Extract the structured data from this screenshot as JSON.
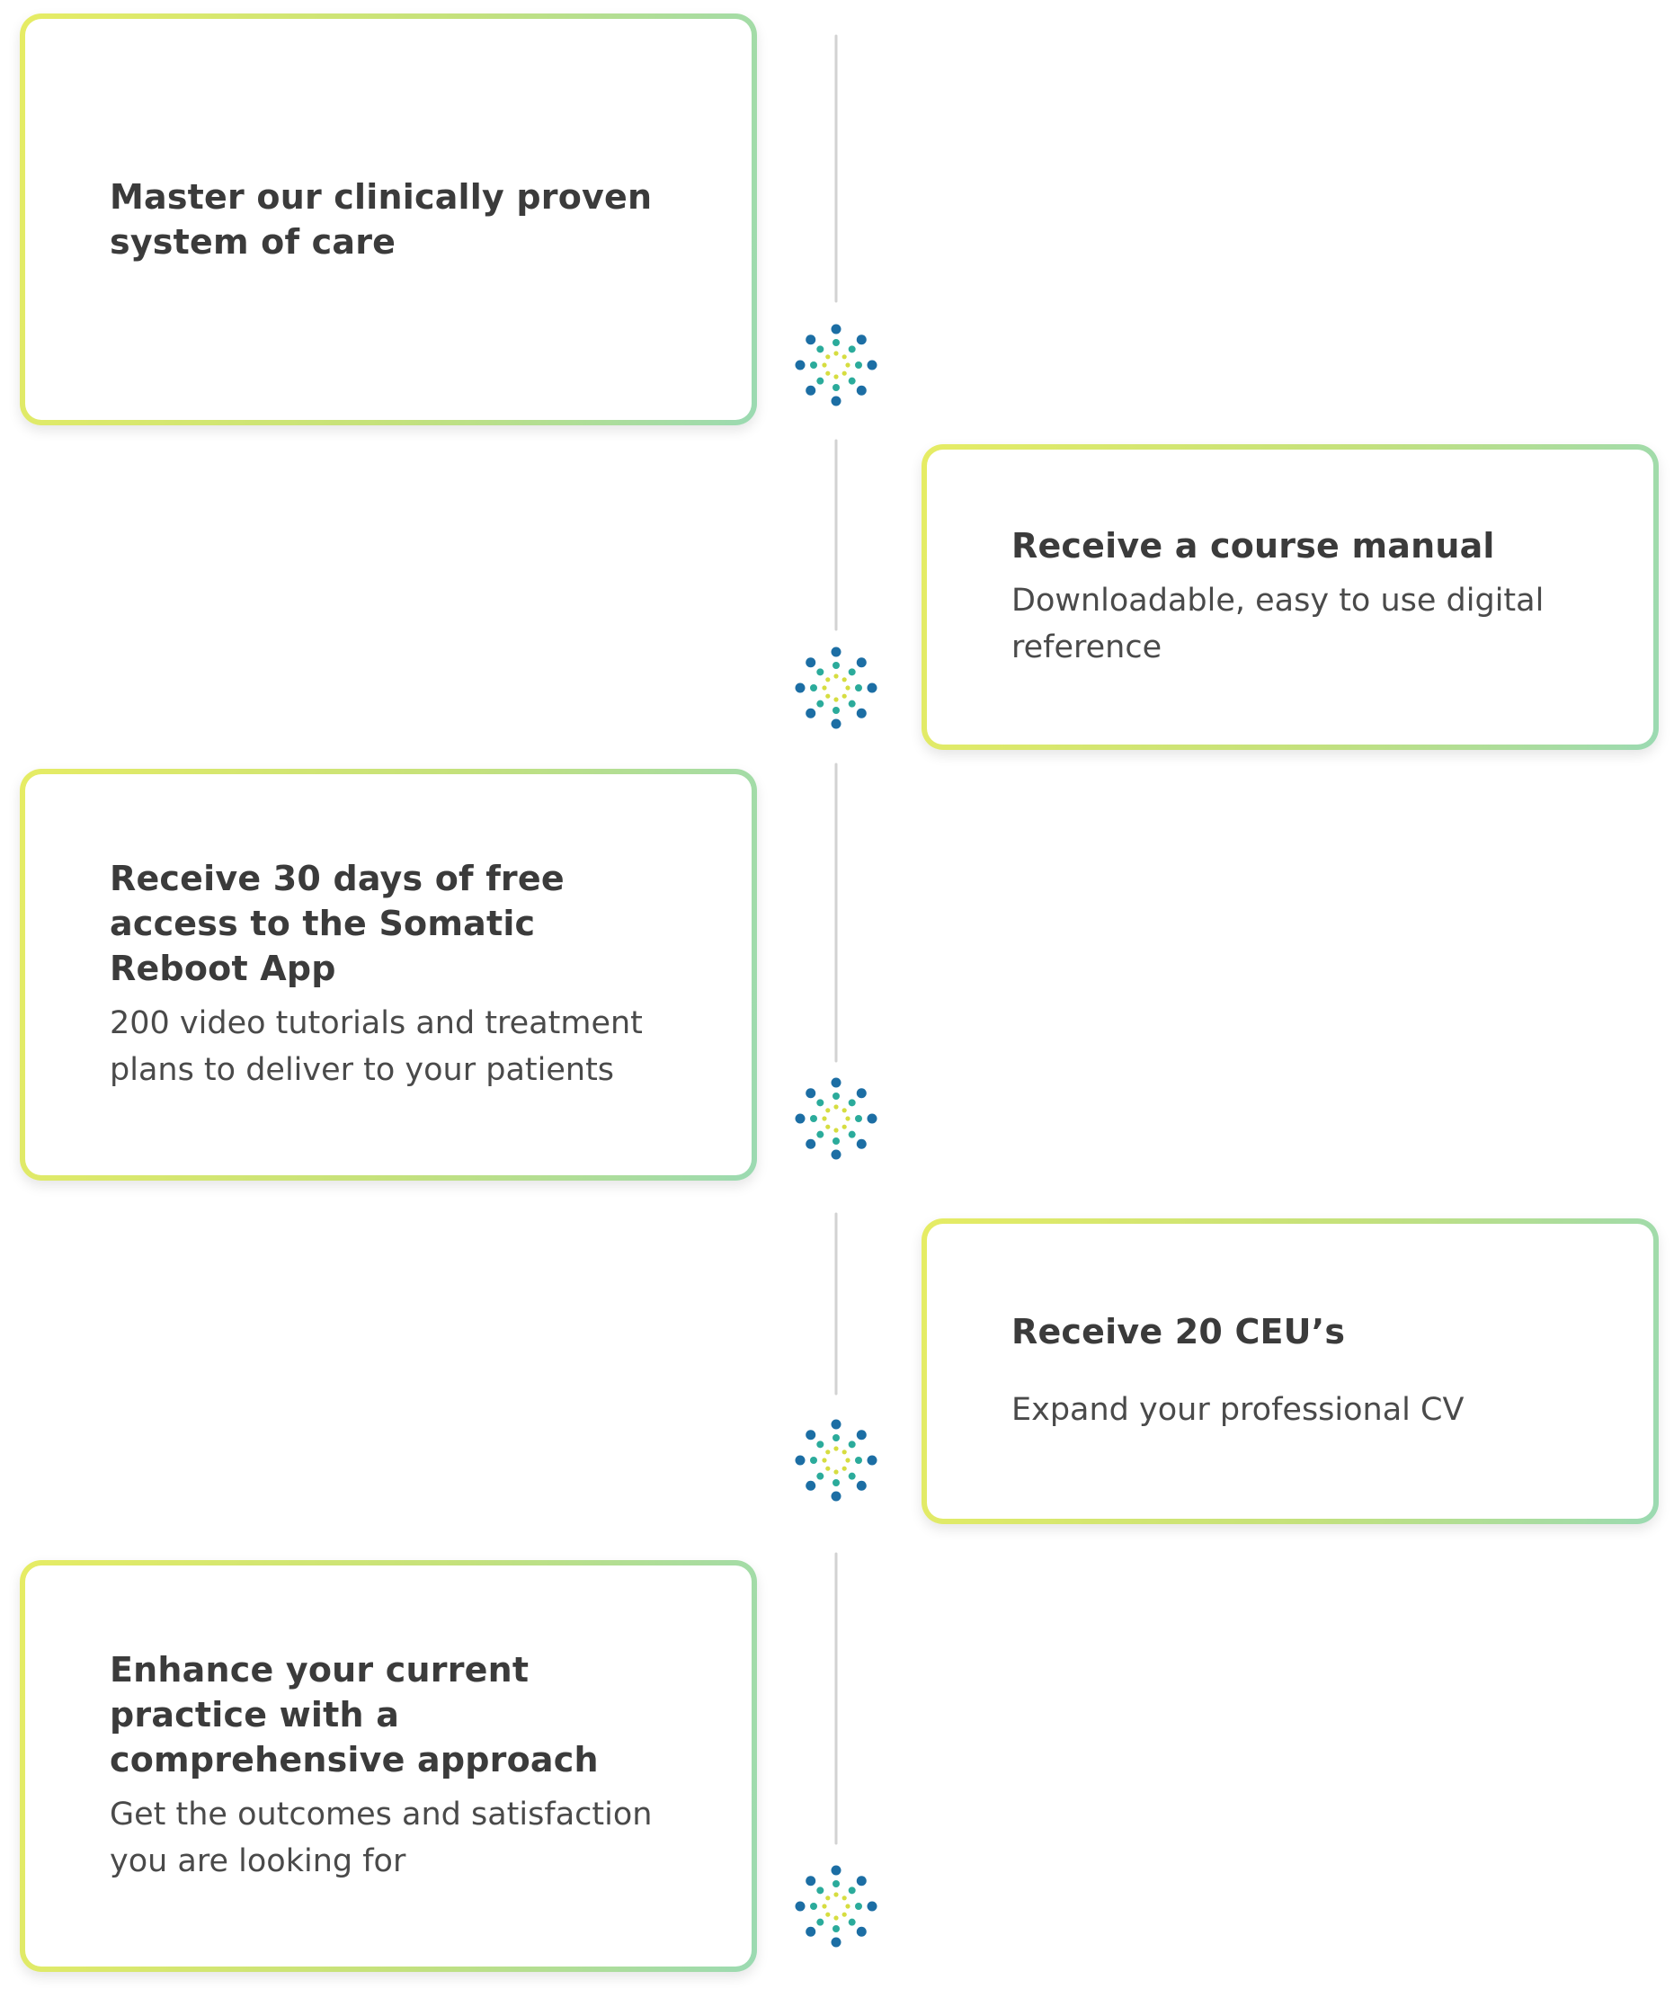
{
  "timeline": {
    "colors": {
      "line": "#d2d2d2",
      "dot_blue": "#1c6ea4",
      "dot_teal": "#2bab9b",
      "dot_yellow": "#d6dd40"
    },
    "steps": [
      {
        "title": "Master our clinically proven system of care",
        "description": ""
      },
      {
        "title": "Receive a course manual",
        "description": "Downloadable, easy to use digital reference"
      },
      {
        "title": "Receive 30 days of free access to the Somatic Reboot App",
        "description": "200 video tutorials and treatment plans to deliver to your patients"
      },
      {
        "title": "Receive 20 CEU’s",
        "description": "Expand your professional CV"
      },
      {
        "title": "Enhance your current practice with a comprehensive approach",
        "description": "Get the outcomes and satisfaction you are looking for"
      }
    ]
  }
}
